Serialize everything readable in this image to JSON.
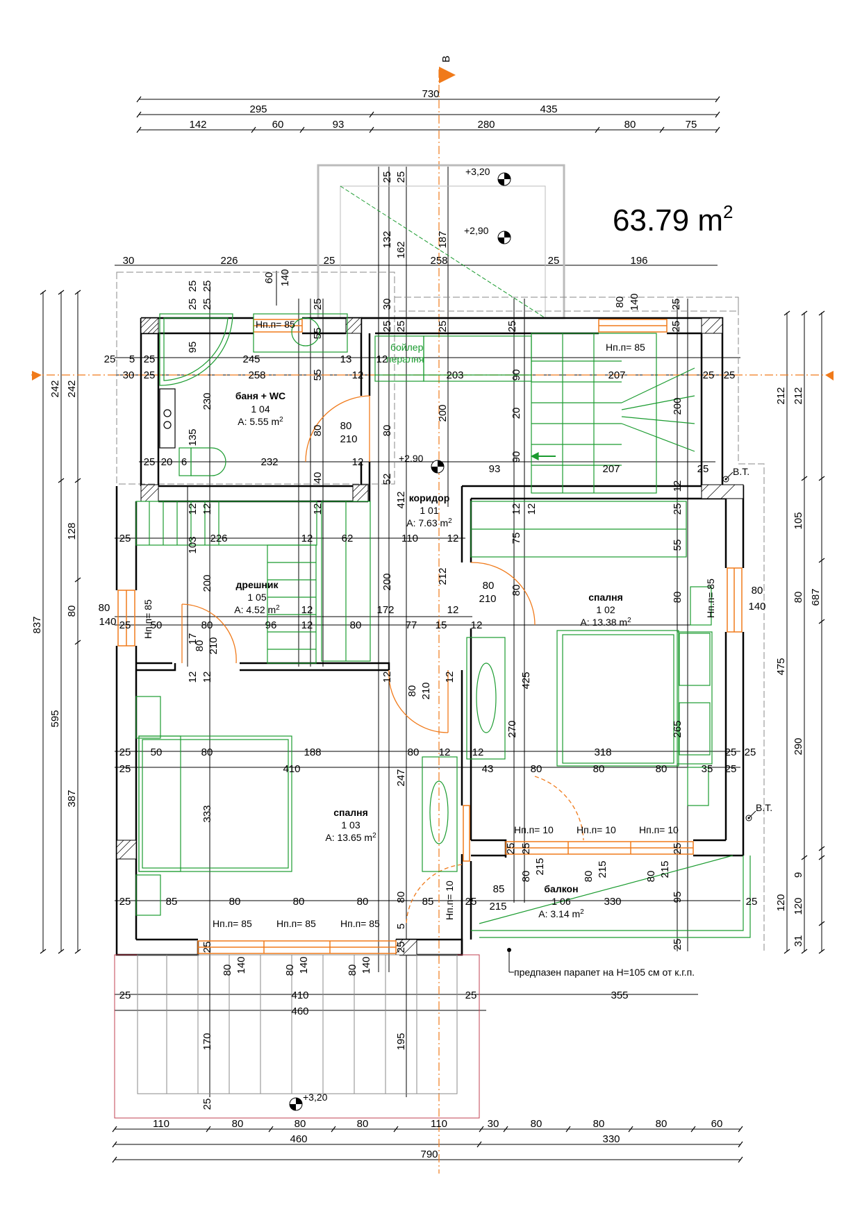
{
  "total_area": {
    "value": "63.79 m",
    "sup": "2"
  },
  "axis_label": "B",
  "levels": {
    "top_landing": "+3,20",
    "upper_landing": "+2,90",
    "corridor": "+2.90",
    "bottom_terrace": "+3,20"
  },
  "rooms": [
    {
      "name": "баня + WC",
      "number": "1 04",
      "area": "A: 5.55 m",
      "sup": "2"
    },
    {
      "name": "коридор",
      "number": "1 01",
      "area": "A: 7.63 m",
      "sup": "2"
    },
    {
      "name": "дрешник",
      "number": "1 05",
      "area": "A: 4.52 m",
      "sup": "2"
    },
    {
      "name": "спалня",
      "number": "1 02",
      "area": "A: 13.38 m",
      "sup": "2"
    },
    {
      "name": "спалня",
      "number": "1 03",
      "area": "A: 13.65 m",
      "sup": "2"
    },
    {
      "name": "балкон",
      "number": "1 06",
      "area": "A: 3.14 m",
      "sup": "2"
    }
  ],
  "equipment": {
    "boiler": "бойлер",
    "laundry": "пералня"
  },
  "notes": {
    "vt1": "В.Т.",
    "vt2": "В.Т.",
    "parapet": "предпазен парапет на H=105 см от к.г.п."
  },
  "window_labels": {
    "bath": "Нп.п= 85",
    "stair": "Нп.п= 85",
    "dressing": "Нп.п= 85",
    "bed102": "Нп.п= 85",
    "balc1": "Нп.п= 10",
    "balc2": "Нп.п= 10",
    "balc3": "Нп.п= 10",
    "balc_door": "Нп.п= 10",
    "bed103_1": "Нп.п= 85",
    "bed103_2": "Нп.п= 85",
    "bed103_3": "Нп.п= 85"
  },
  "dims_top": {
    "total": "730",
    "row2": [
      "295",
      "435"
    ],
    "row3": [
      "142",
      "60",
      "93",
      "280",
      "80",
      "75"
    ]
  },
  "dims_bottom": {
    "row1": [
      "110",
      "80",
      "80",
      "80",
      "110",
      "30",
      "80",
      "80",
      "80",
      "60"
    ],
    "row2": [
      "460",
      "330"
    ],
    "total": "790"
  },
  "dims_left": {
    "outer": "837",
    "col2": [
      "595"
    ],
    "col2b": "242",
    "col3": [
      "242",
      "128",
      "80",
      "387"
    ]
  },
  "dims_right": {
    "outer": "687",
    "col2": [
      "212",
      "475",
      "120"
    ],
    "col3": [
      "212",
      "105",
      "80",
      "290",
      "9",
      "120",
      "31"
    ]
  },
  "dims_inner": {
    "d30": "30",
    "d226": "226",
    "d25a": "25",
    "d258a": "258",
    "d25b": "25",
    "d196": "196",
    "d25c": "25",
    "d25d": "25",
    "d132": "132",
    "d162": "162",
    "d187": "187",
    "d60": "60",
    "d140a": "140",
    "d80a": "80",
    "d140b": "140",
    "r25a": "25",
    "r5": "5",
    "r25b": "25",
    "r245": "245",
    "r13": "13",
    "r12a": "12",
    "r30": "30",
    "r25c": "25",
    "r258": "258",
    "r55a": "55",
    "r12b": "12",
    "r203": "203",
    "r90a": "90",
    "r207a": "207",
    "r25d": "25",
    "r25e": "25",
    "v95": "95",
    "v55": "55",
    "v230": "230",
    "v135": "135",
    "d80door": "80",
    "d210door": "210",
    "d80s": "80",
    "d80t": "80",
    "r25f": "25",
    "r20": "20",
    "r6": "6",
    "r232": "232",
    "r12c": "12",
    "r93": "93",
    "r207b": "207",
    "r25g": "25",
    "v200a": "200",
    "v20": "20",
    "v90": "90",
    "v200b": "200",
    "v40": "40",
    "v52": "52",
    "v412": "412",
    "v12a": "12",
    "v12b": "12",
    "v12c": "12",
    "v12d": "12",
    "v12e": "12",
    "v25f": "25",
    "v55b": "55",
    "v75": "75",
    "r25h": "25",
    "r226": "226",
    "r12d": "12",
    "r62": "62",
    "r110": "110",
    "r12e": "12",
    "v103": "103",
    "v200c": "200",
    "v200d": "200",
    "v212": "212",
    "d80b": "80",
    "d210b": "210",
    "v80c": "80",
    "r12f": "12",
    "r172": "172",
    "r12g": "12",
    "r25i": "25",
    "r50": "50",
    "r80b": "80",
    "r96": "96",
    "r12h": "12",
    "r80c": "80",
    "r77": "77",
    "r15": "15",
    "r12i": "12",
    "v17": "17",
    "v80d": "80",
    "v210": "210",
    "v12f": "12",
    "v12g": "12",
    "v12h": "12",
    "v12i": "12",
    "d80c": "80",
    "d210c": "210",
    "v425": "425",
    "v270": "270",
    "v265": "265",
    "v80e": "80",
    "r25j": "25",
    "r50b": "50",
    "r80d": "80",
    "r188": "188",
    "r80e": "80",
    "r12j": "12",
    "r12k": "12",
    "r318": "318",
    "r25k": "25",
    "r25l": "25",
    "r25m": "25",
    "r410": "410",
    "v247": "247",
    "r43": "43",
    "r80f": "80",
    "r80g": "80",
    "r80h": "80",
    "r35": "35",
    "r25n": "25",
    "v333": "333",
    "v80f": "80",
    "v80g": "80",
    "v215a": "215",
    "v80h": "80",
    "v215b": "215",
    "v80i": "80",
    "v215c": "215",
    "v25o": "25",
    "v25p": "25",
    "v25q": "25",
    "r25r": "25",
    "r85a": "85",
    "r80i": "80",
    "r80j": "80",
    "r80k": "80",
    "r85b": "85",
    "r25s": "25",
    "r215": "215",
    "r330": "330",
    "r25t": "25",
    "v80j": "80",
    "v95b": "95",
    "v25u": "25",
    "v25v": "25",
    "v5": "5",
    "v25w": "25",
    "w80a": "80",
    "w140a": "140",
    "w80b": "80",
    "w140b": "140",
    "w80c": "80",
    "w140c": "140",
    "r25x": "25",
    "r410b": "410",
    "r25y": "25",
    "r355": "355",
    "r460": "460",
    "v170": "170",
    "v195": "195",
    "v25z": "25",
    "left80": "80",
    "left140": "140",
    "right80": "80",
    "right140": "140"
  }
}
